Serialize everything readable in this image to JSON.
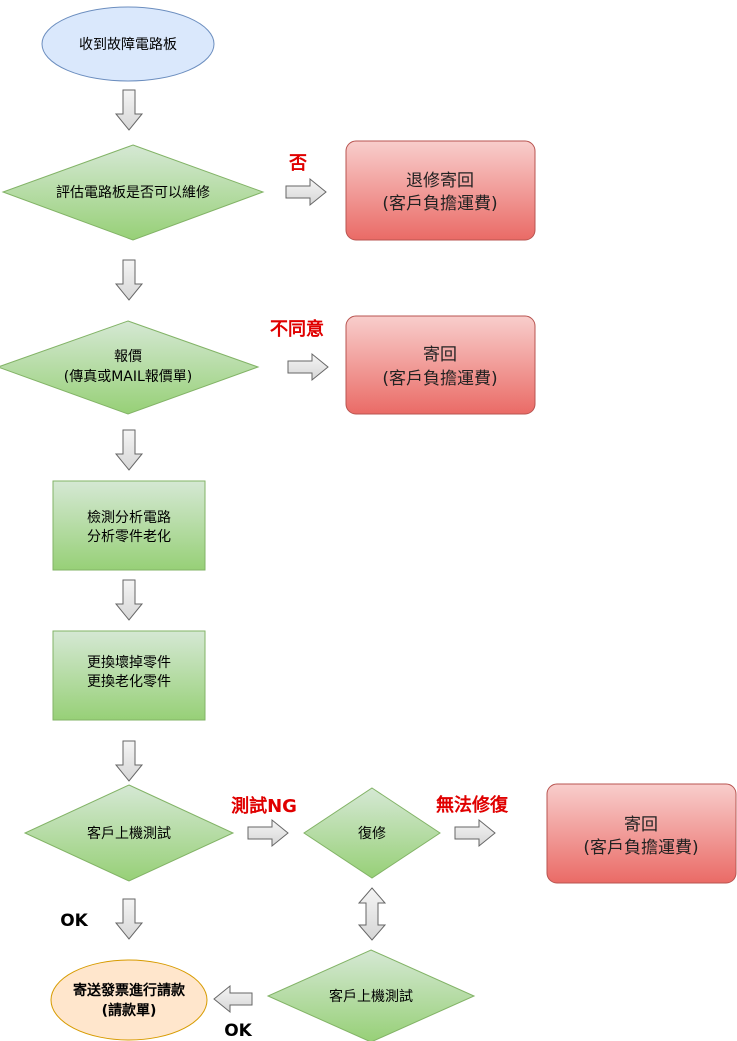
{
  "nodes": {
    "start": "收到故障電路板",
    "evaluate": "評估電路板是否可以維修",
    "return_repair_1": "退修寄回",
    "return_repair_2": "(客戶負擔運費)",
    "quote_1": "報價",
    "quote_2": "(傳真或MAIL報價單)",
    "return_quote_1": "寄回",
    "return_quote_2": "(客戶負擔運費)",
    "inspect_1": "檢測分析電路",
    "inspect_2": "分析零件老化",
    "replace_1": "更換壞掉零件",
    "replace_2": "更換老化零件",
    "test1": "客戶上機測試",
    "rework": "復修",
    "return_fail_1": "寄回",
    "return_fail_2": "(客戶負擔運費)",
    "test2": "客戶上機測試",
    "invoice_1": "寄送發票進行請款",
    "invoice_2": "(請款單)"
  },
  "labels": {
    "no": "否",
    "disagree": "不同意",
    "test_ng": "測試NG",
    "cannot_repair": "無法修復",
    "ok1": "OK",
    "ok2": "OK"
  },
  "colors": {
    "ellipse_blue_fill": "#dae8fc",
    "ellipse_blue_stroke": "#6c8ebf",
    "green_top": "#d5e8d4",
    "green_bottom": "#97d077",
    "green_stroke": "#82b366",
    "red_top": "#f8cecc",
    "red_bottom": "#ea6b66",
    "red_stroke": "#b85450",
    "orange_fill": "#ffe6cc",
    "orange_stroke": "#d79b00",
    "arrow_fill": "#f5f5f5",
    "arrow_stroke": "#666666",
    "label_red": "#e00000"
  }
}
